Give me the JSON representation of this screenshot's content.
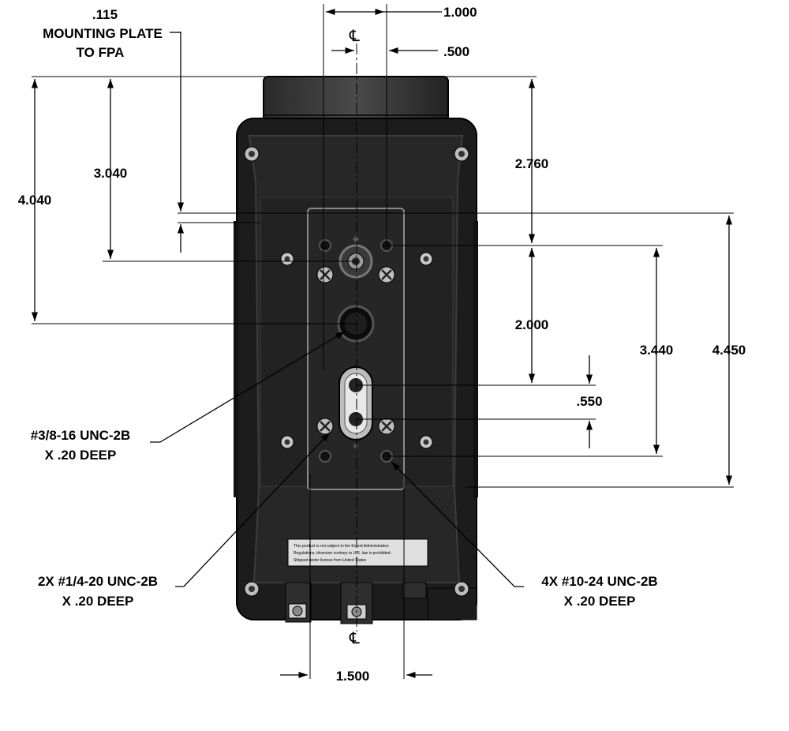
{
  "dimensions": {
    "d_115": ".115",
    "mounting_plate_line1": "MOUNTING PLATE",
    "mounting_plate_line2": "TO FPA",
    "d_1000": "1.000",
    "d_500": ".500",
    "d_4040": "4.040",
    "d_3040": "3.040",
    "d_2760": "2.760",
    "d_2000": "2.000",
    "d_3440": "3.440",
    "d_4450": "4.450",
    "d_550": ".550",
    "d_1500": "1.500"
  },
  "centerline_symbol": "℄",
  "callouts": {
    "hole_3_8_line1": "#3/8-16 UNC-2B",
    "hole_3_8_line2": "X .20 DEEP",
    "hole_1_4_line1": "2X #1/4-20 UNC-2B",
    "hole_1_4_line2": "X .20 DEEP",
    "hole_10_24_line1": "4X #10-24 UNC-2B",
    "hole_10_24_line2": "X .20 DEEP"
  },
  "label_plate_text": [
    "This product is not subject to the Export Administration",
    "Regulations; diversion contrary to U.S. law is prohibited.",
    "Shipped under license from United States"
  ]
}
